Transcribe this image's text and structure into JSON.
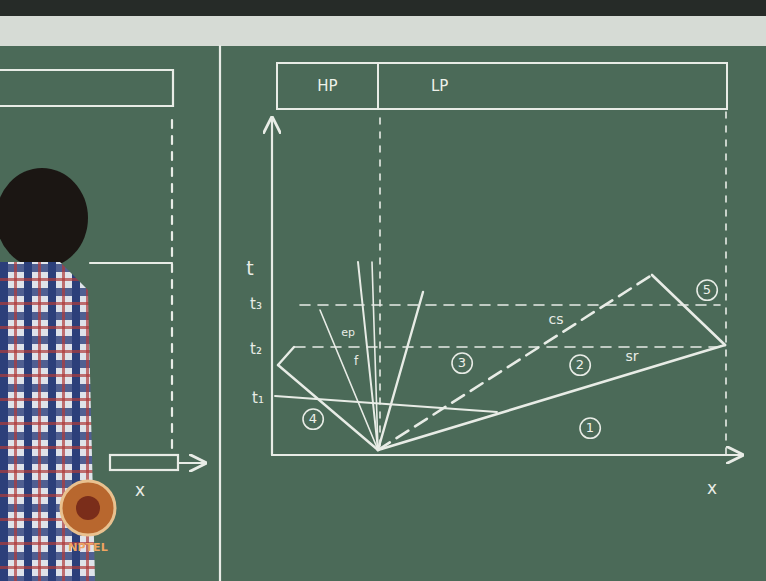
{
  "diagram": {
    "nodes": [
      {
        "text": [
          "HP"
        ]
      },
      {
        "text": [
          "LP"
        ]
      },
      {
        "text": [
          "5"
        ]
      },
      {
        "text": [
          "3"
        ]
      },
      {
        "text": [
          "2"
        ]
      },
      {
        "text": [
          "4"
        ]
      },
      {
        "text": [
          "1"
        ]
      }
    ],
    "labels": [
      "t",
      "t₃",
      "t₂",
      "t₁",
      "ep",
      "f",
      "cs",
      "sr",
      "x",
      "x",
      "NPTEL"
    ]
  }
}
